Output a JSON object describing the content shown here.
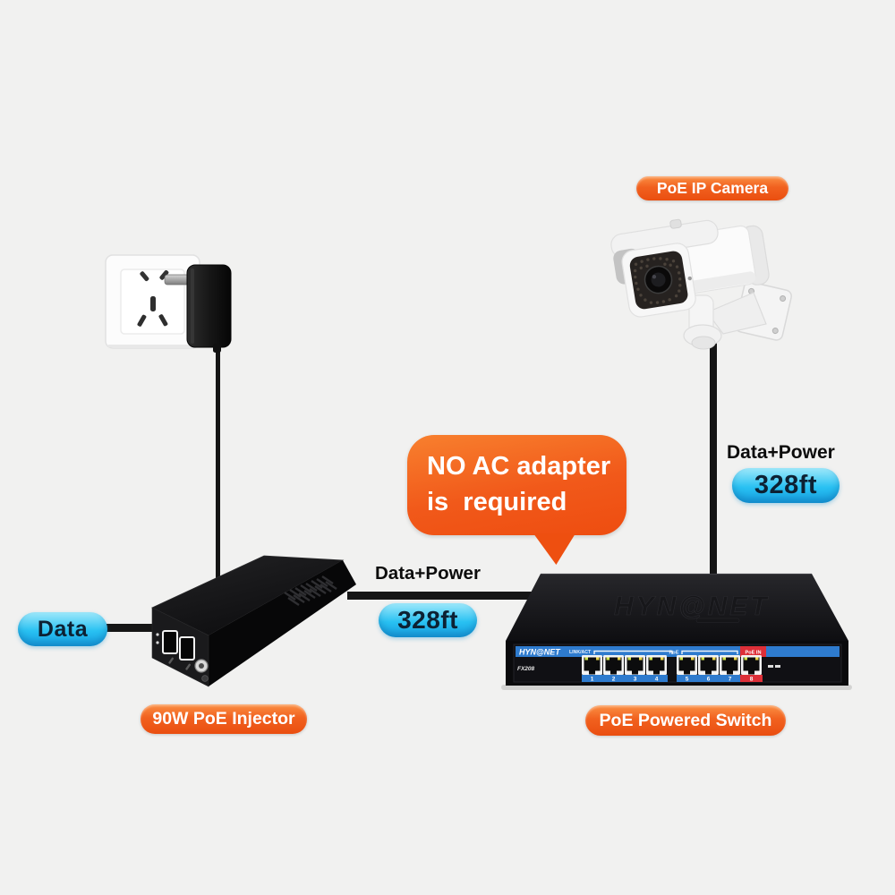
{
  "labels": {
    "camera": "PoE IP Camera",
    "injector": "90W PoE Injector",
    "switch": "PoE Powered Switch",
    "data_only": "Data",
    "data_power_mid": "Data+Power",
    "data_power_right": "Data+Power",
    "distance_mid": "328ft",
    "distance_right": "328ft"
  },
  "callout": {
    "line1": "NO AC adapter",
    "line2": "is  required"
  },
  "switch_panel": {
    "top_brand": "HYN@NET",
    "brand": "HYN@NET",
    "model": "FX208",
    "link_act_label": "LINK/ACT",
    "poe_label": "PoE",
    "poe_in_label": "PoE IN",
    "port_numbers": [
      "1",
      "2",
      "3",
      "4",
      "5",
      "6",
      "7",
      "8"
    ]
  },
  "colors": {
    "accent_orange": "#f1611f",
    "accent_cyan": "#29c1f2",
    "panel_blue": "#2e7bce",
    "poe_in_red": "#dd2f38",
    "cable_black": "#161616",
    "background": "#f1f1f0"
  }
}
